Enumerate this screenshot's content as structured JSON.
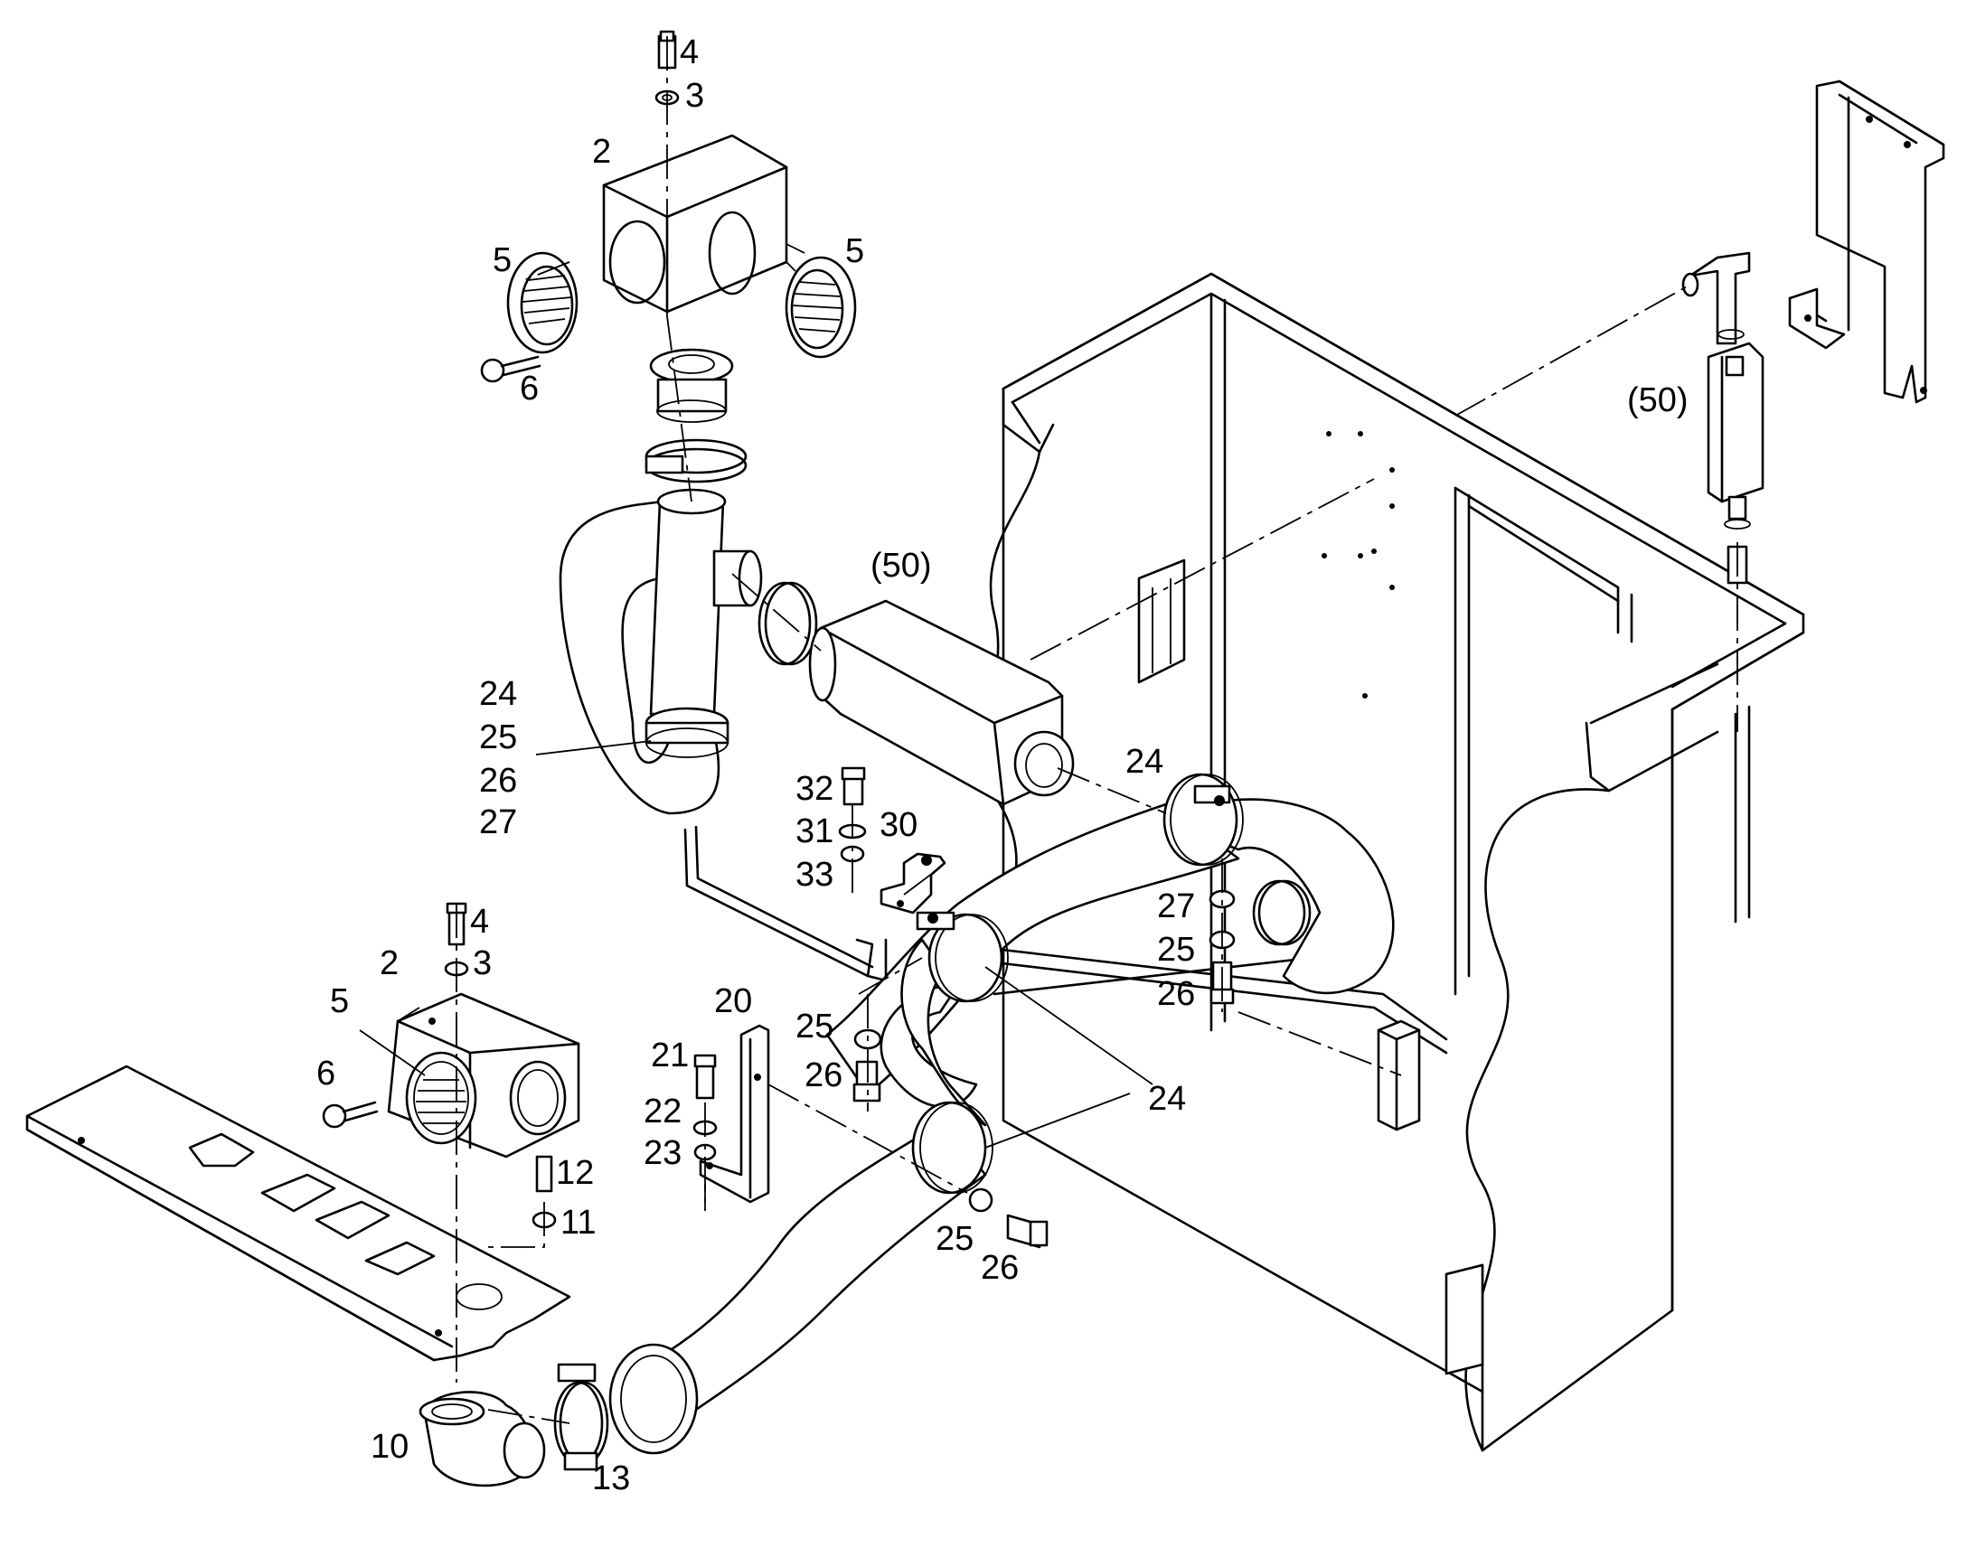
{
  "callouts": [
    {
      "id": "c4a",
      "text": "4"
    },
    {
      "id": "c3a",
      "text": "3"
    },
    {
      "id": "c2a",
      "text": "2"
    },
    {
      "id": "c5a",
      "text": "5"
    },
    {
      "id": "c5b",
      "text": "5"
    },
    {
      "id": "c6a",
      "text": "6"
    },
    {
      "id": "c50a",
      "text": "(50)"
    },
    {
      "id": "c50b",
      "text": "(50)"
    },
    {
      "id": "c24a",
      "text": "24"
    },
    {
      "id": "c25a",
      "text": "25"
    },
    {
      "id": "c26a",
      "text": "26"
    },
    {
      "id": "c27a",
      "text": "27"
    },
    {
      "id": "c32",
      "text": "32"
    },
    {
      "id": "c31",
      "text": "31"
    },
    {
      "id": "c33",
      "text": "33"
    },
    {
      "id": "c30",
      "text": "30"
    },
    {
      "id": "c24b",
      "text": "24"
    },
    {
      "id": "c27b",
      "text": "27"
    },
    {
      "id": "c25b",
      "text": "25"
    },
    {
      "id": "c26b",
      "text": "26"
    },
    {
      "id": "c4b",
      "text": "4"
    },
    {
      "id": "c3b",
      "text": "3"
    },
    {
      "id": "c2b",
      "text": "2"
    },
    {
      "id": "c5c",
      "text": "5"
    },
    {
      "id": "c6b",
      "text": "6"
    },
    {
      "id": "c20",
      "text": "20"
    },
    {
      "id": "c21",
      "text": "21"
    },
    {
      "id": "c22",
      "text": "22"
    },
    {
      "id": "c23",
      "text": "23"
    },
    {
      "id": "c25c",
      "text": "25"
    },
    {
      "id": "c26c",
      "text": "26"
    },
    {
      "id": "c24c",
      "text": "24"
    },
    {
      "id": "c12",
      "text": "12"
    },
    {
      "id": "c11",
      "text": "11"
    },
    {
      "id": "c25d",
      "text": "25"
    },
    {
      "id": "c26d",
      "text": "26"
    },
    {
      "id": "c10",
      "text": "10"
    },
    {
      "id": "c13",
      "text": "13"
    }
  ]
}
